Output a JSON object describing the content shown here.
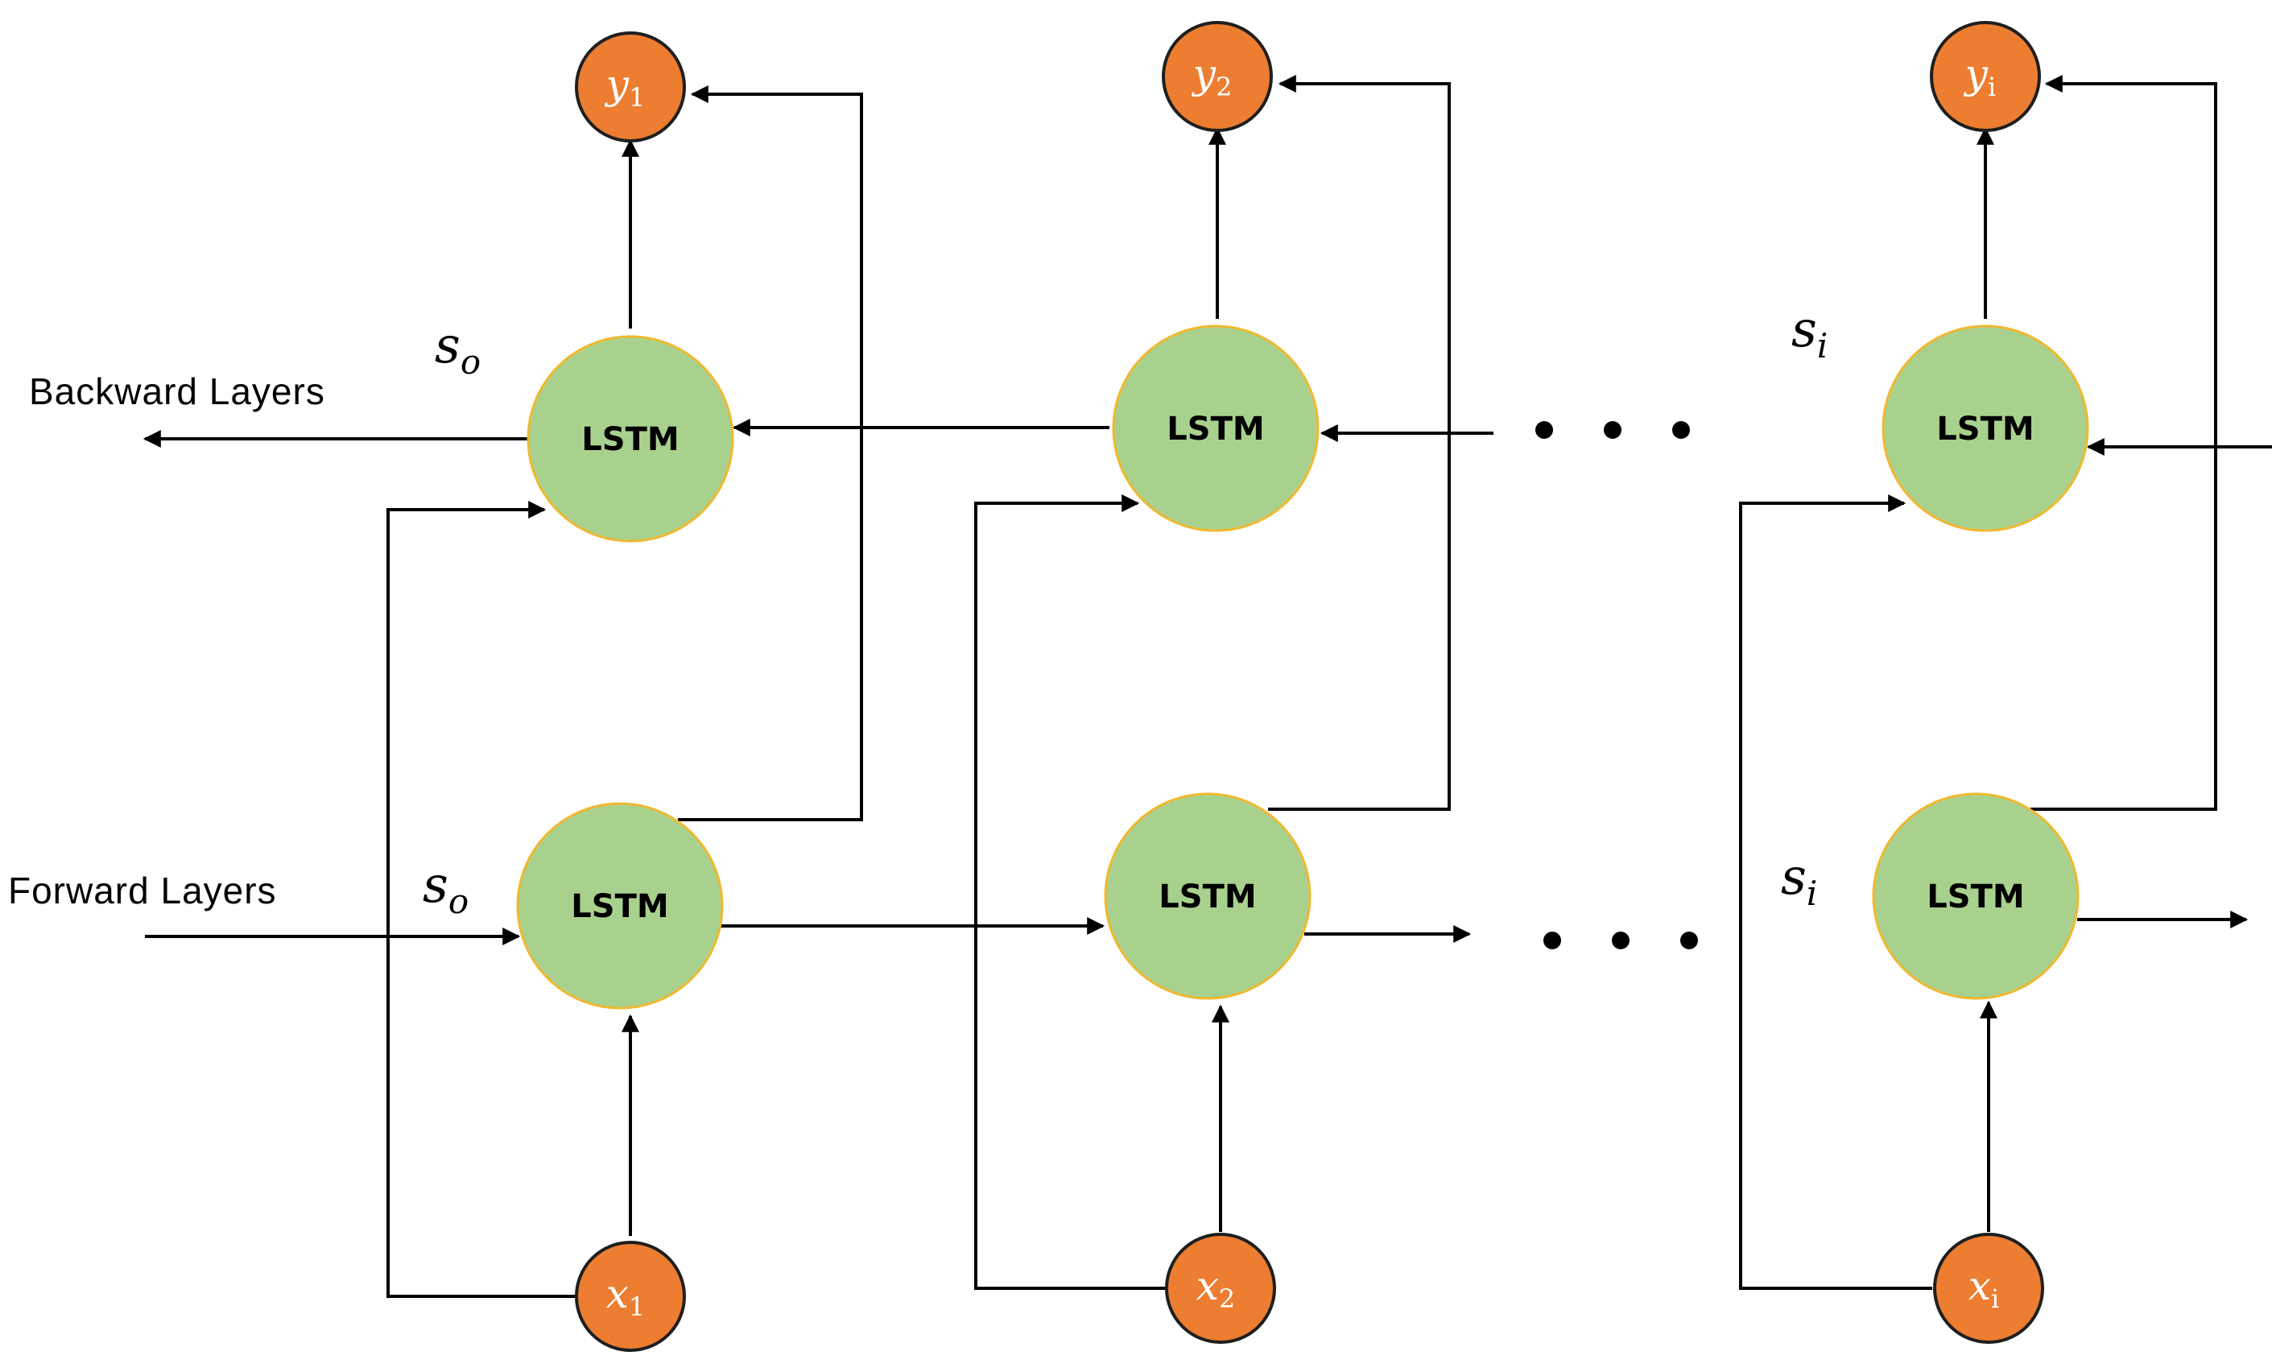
{
  "labels": {
    "backward": "Backward Layers",
    "forward": "Forward Layers",
    "cell": "LSTM"
  },
  "states": {
    "backward_first": {
      "base": "s",
      "sub": "o"
    },
    "forward_first": {
      "base": "s",
      "sub": "o"
    },
    "backward_last": {
      "base": "s",
      "sub": "i"
    },
    "forward_last": {
      "base": "s",
      "sub": "i"
    }
  },
  "inputs": [
    {
      "base": "x",
      "sub": "1"
    },
    {
      "base": "x",
      "sub": "2"
    },
    {
      "base": "x",
      "sub": "i"
    }
  ],
  "outputs": [
    {
      "base": "y",
      "sub": "1"
    },
    {
      "base": "y",
      "sub": "2"
    },
    {
      "base": "y",
      "sub": "i"
    }
  ],
  "colors": {
    "lstm_fill": "#a9d18e",
    "lstm_stroke": "#f0b830",
    "io_fill": "#ed7d31",
    "io_stroke": "#1f1f1f",
    "line": "#000000"
  }
}
